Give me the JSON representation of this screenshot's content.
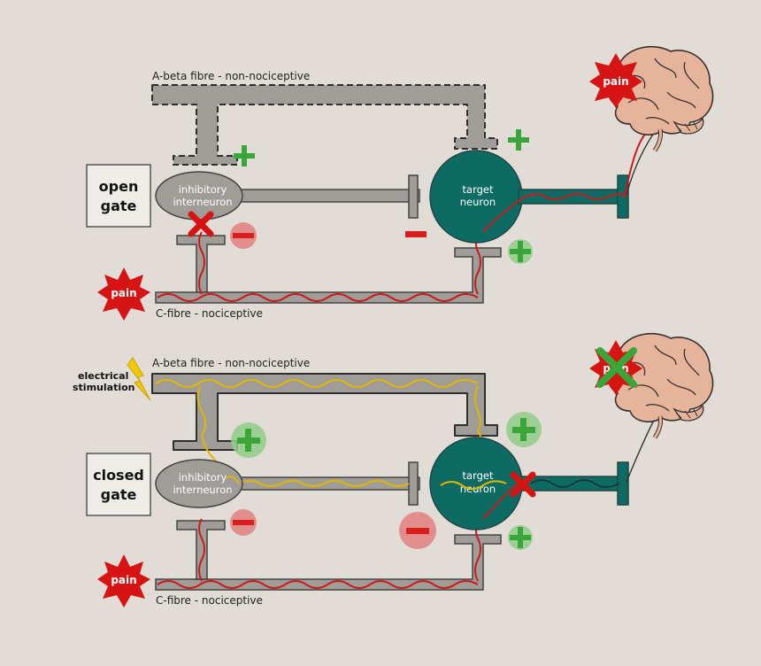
{
  "colors": {
    "background": "#e1dcd6",
    "fibre_gray": "#a09c98",
    "fibre_outline": "#333333",
    "target_teal": "#0e6b63",
    "pain_signal": "#cc1a1a",
    "stimulation_signal": "#e0b800",
    "plus_green": "#3aa63a",
    "minus_red": "#d91c1c",
    "halo_red": "#e08080",
    "halo_green": "#90cc88",
    "burst_red": "#d61414",
    "bolt_yellow": "#f2c800",
    "brain_pink": "#e6b49a"
  },
  "top_panel": {
    "gate_label_line1": "open",
    "gate_label_line2": "gate",
    "abeta_label": "A-beta fibre - non-nociceptive",
    "cfibre_label": "C-fibre - nociceptive",
    "interneuron_line1": "inhibitory",
    "interneuron_line2": "interneuron",
    "target_line1": "target",
    "target_line2": "neuron",
    "pain_left": "pain",
    "pain_brain": "pain"
  },
  "bottom_panel": {
    "gate_label_line1": "closed",
    "gate_label_line2": "gate",
    "abeta_label": "A-beta fibre - non-nociceptive",
    "cfibre_label": "C-fibre - nociceptive",
    "interneuron_line1": "inhibitory",
    "interneuron_line2": "interneuron",
    "target_line1": "target",
    "target_line2": "neuron",
    "pain_left": "pain",
    "pain_brain": "pain",
    "stim_line1": "electrical",
    "stim_line2": "stimulation"
  },
  "icons": {
    "plus": "plus-icon",
    "minus": "minus-icon",
    "block": "cross-icon",
    "pain_burst": "starburst-icon",
    "brain": "brain-icon",
    "bolt": "lightning-icon"
  }
}
